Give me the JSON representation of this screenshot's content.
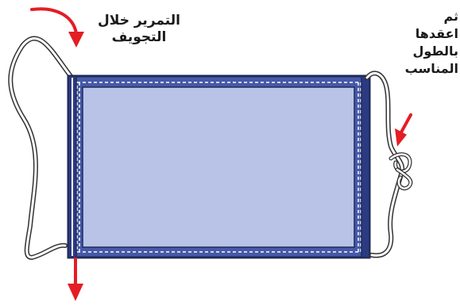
{
  "instructions": {
    "thread_step": [
      "التمرير خلال",
      "التجويف"
    ],
    "tie_step": [
      "ثم",
      "اعقدها",
      "بالطول",
      "المناسب"
    ]
  },
  "colors": {
    "mask_fill": "#b9c3e8",
    "mask_border": "#1f2a5a",
    "channel": "#4759a8",
    "stitch": "#ffffff",
    "arrow": "#e31e24",
    "cord": "#333333"
  },
  "icons": {
    "curved_arrow": "curved-arrow-icon",
    "down_arrow": "down-arrow-icon",
    "pointer_arrow": "pointer-arrow-icon"
  }
}
